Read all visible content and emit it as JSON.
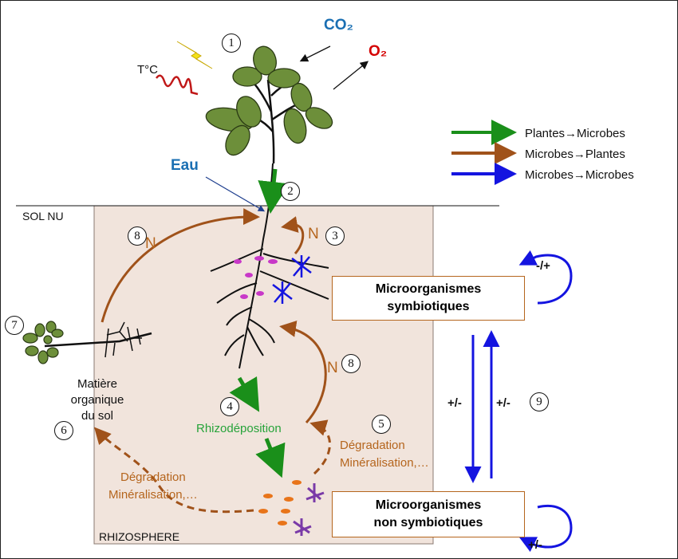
{
  "labels": {
    "co2": "CO₂",
    "o2": "O₂",
    "temp": "T°C",
    "eau": "Eau",
    "sol_nu": "SOL NU",
    "rhizosphere": "RHIZOSPHERE",
    "n": "N",
    "matiere": [
      "Matière",
      "organique",
      "du sol"
    ],
    "rhizodeposition": "Rhizodéposition",
    "degradation_right": [
      "Dégradation",
      "Minéralisation,…"
    ],
    "degradation_left": [
      "Dégradation",
      "Minéralisation,…"
    ],
    "interaction_pm": "+/-",
    "self_top": "-/+",
    "self_bottom": "+/-"
  },
  "numbers": [
    "1",
    "2",
    "3",
    "4",
    "5",
    "6",
    "7",
    "8",
    "8",
    "9"
  ],
  "boxes": {
    "symbiotic": [
      "Microorganismes",
      "symbiotiques"
    ],
    "non_symbiotic": [
      "Microorganismes",
      "non symbiotiques"
    ]
  },
  "legend": [
    {
      "label": "Plantes→Microbes",
      "color": "#1a8f1a"
    },
    {
      "label": "Microbes→Plantes",
      "color": "#a0521a"
    },
    {
      "label": "Microbes→Microbes",
      "color": "#1414e0"
    }
  ],
  "colors": {
    "green": "#1a8f1a",
    "brown": "#a0521a",
    "blue": "#1414e0",
    "soil": "#f1e4dc",
    "leaf": "#6d8f3a",
    "nodule": "#c838c8",
    "exudate": "#e8741a",
    "microbe": "#7a3aa8"
  }
}
